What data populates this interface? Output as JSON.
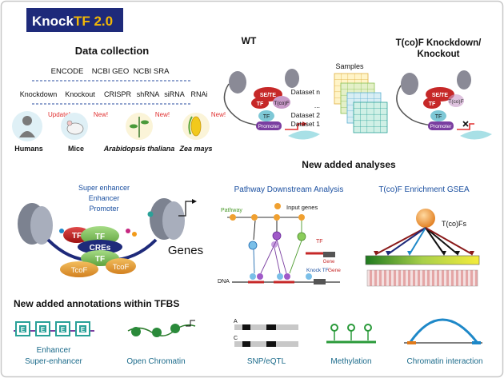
{
  "logo": {
    "knock": "Knock",
    "tf": "TF 2.0"
  },
  "data_collection": {
    "title": "Data collection",
    "sources": [
      "ENCODE",
      "NCBI GEO",
      "NCBI SRA"
    ],
    "methods": [
      "Knockdown",
      "Knockout",
      "CRISPR",
      "shRNA",
      "siRNA",
      "RNAi"
    ],
    "species": [
      {
        "name": "Humans",
        "badge": "Update!"
      },
      {
        "name": "Mice",
        "badge": "New!"
      },
      {
        "name": "Arabidopsis thaliana",
        "badge": "New!"
      },
      {
        "name": "Zea mays",
        "badge": "New!"
      }
    ]
  },
  "wt": {
    "title": "WT",
    "se_te": "SE/TE",
    "tf": "TF",
    "tcof": "T(co)F",
    "promoter": "Promoter"
  },
  "knockdown": {
    "title_line1": "T(co)F Knockdown/",
    "title_line2": "Knockout",
    "promoter": "Promoter"
  },
  "samples": {
    "title": "Samples",
    "datasets": [
      "Dataset n",
      "...",
      "Dataset 2",
      "Dataset 1"
    ]
  },
  "analyses": {
    "title": "New added analyses"
  },
  "cre": {
    "labels": [
      "Super enhancer",
      "Enhancer",
      "Promoter"
    ],
    "tf": "TF",
    "cres": "CREs",
    "tcof": "TcoF",
    "genes": "Genes"
  },
  "pathway": {
    "title": "Pathway Downstream Analysis",
    "pathway_label": "Pathway",
    "input_genes": "Input genes",
    "tf": "TF",
    "dna": "DNA",
    "gene": "Gene",
    "knock_tf": "Knock TF"
  },
  "gsea": {
    "title": "T(co)F Enrichment GSEA",
    "tcofs": "T(co)Fs"
  },
  "annotations": {
    "title": "New added annotations within TFBS",
    "box_letter": "E",
    "enhancer_line1": "Enhancer",
    "enhancer_line2": "Super-enhancer",
    "open_chromatin": "Open Chromatin",
    "snp_a": "A",
    "snp_c": "C",
    "snp_eqtl": "SNP/eQTL",
    "methylation": "Methylation",
    "chromatin_interaction": "Chromatin interaction"
  },
  "colors": {
    "navy": "#1e2a7a",
    "logo_gold": "#f2b705",
    "blue_title": "#1a4fa0",
    "red_badge": "#e03030",
    "teal": "#2aa198",
    "tf_red": "#c62828",
    "tf_green": "#7bbf5a",
    "purple": "#7a3ea0",
    "orange": "#e8a23a"
  }
}
